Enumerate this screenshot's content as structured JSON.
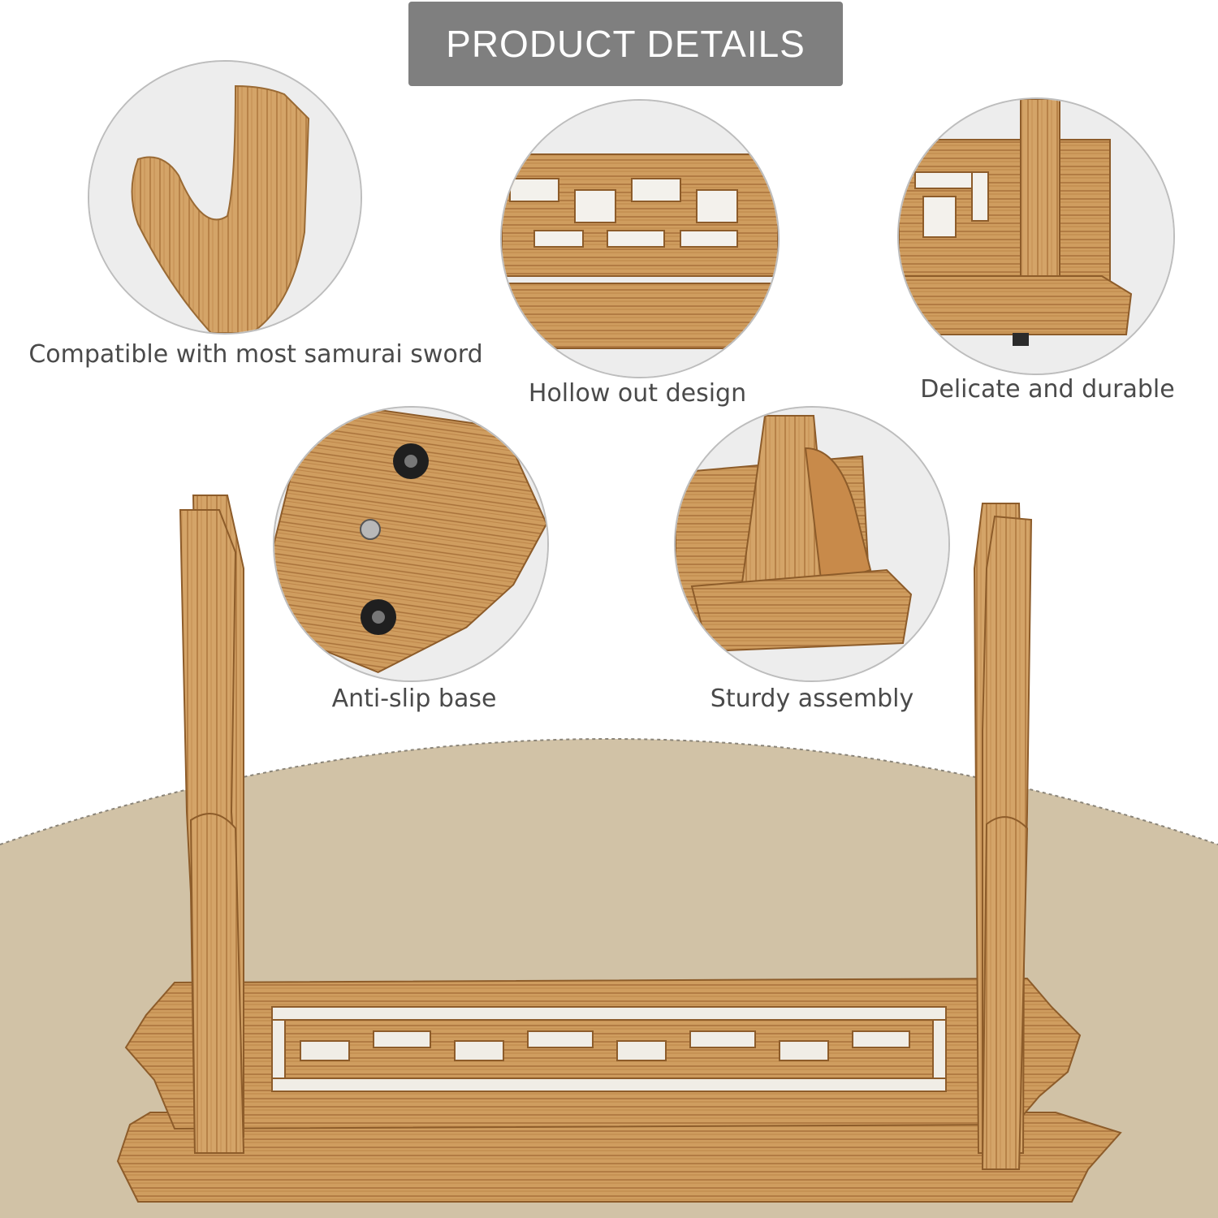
{
  "header": {
    "title": "PRODUCT DETAILS"
  },
  "features": [
    {
      "caption": "Compatible with most samurai sword",
      "image": "wooden-sword-holder-arm"
    },
    {
      "caption": "Hollow out design",
      "image": "carved-lattice-panel"
    },
    {
      "caption": "Delicate and durable",
      "image": "panel-corner-detail"
    },
    {
      "caption": "Anti-slip base",
      "image": "base-underside-rubber-feet"
    },
    {
      "caption": "Sturdy assembly",
      "image": "upright-slot-joint"
    }
  ],
  "main_image": "two-tier-wooden-katana-stand",
  "colors": {
    "banner": "#7f7f7f",
    "floor": "#d1c2a6",
    "wood_light": "#d9ae73",
    "wood_dark": "#a9743d",
    "caption_text": "#4a4a4a"
  }
}
